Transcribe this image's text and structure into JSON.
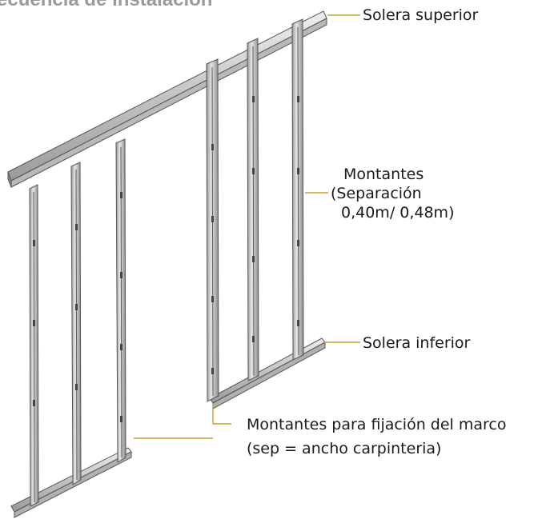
{
  "heading": "ecuencia de instalación",
  "labels": {
    "top_track": "Solera superior",
    "studs": [
      "Montantes",
      "(Separación",
      "0,40m/ 0,48m)"
    ],
    "bottom_track": "Solera inferior",
    "frame_studs": [
      "Montantes para fijación del marco",
      "(sep = ancho carpinteria)"
    ]
  },
  "colors": {
    "steel": "#c8c8c8",
    "steel_dark": "#6e6e6e",
    "leader_line": "#c9a12a",
    "text": "#1a1a1a",
    "heading": "#9a9a9a"
  }
}
